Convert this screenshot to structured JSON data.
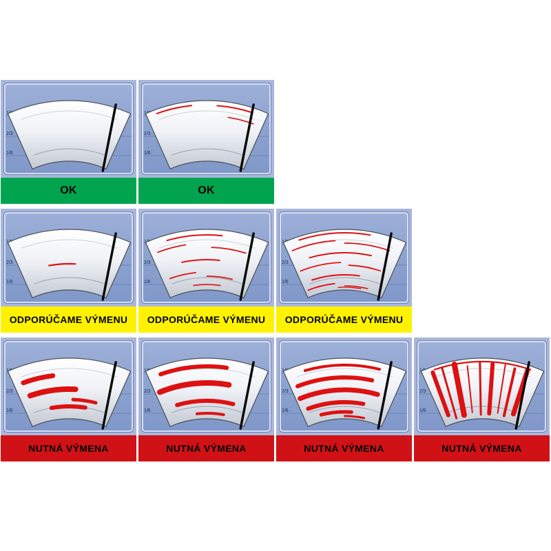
{
  "colors": {
    "page_bg": "#FFFFFF",
    "cell_bg": "#A9B6DC",
    "panel_top": "#9DB0D8",
    "panel_bottom": "#8098C9",
    "grid_line": "#6D86B8",
    "streak": "#DD1111",
    "blade": "#0A0A0A",
    "ok": "#00A44F",
    "recommend": "#FFF200",
    "replace": "#D01217"
  },
  "scale_labels": {
    "top": "1/6",
    "middle": "2/3",
    "bottom": "1/6"
  },
  "statuses": {
    "ok": {
      "label": "OK",
      "color": "#00A44F"
    },
    "recommend": {
      "label": "ODPORÚČAME VÝMENU",
      "color": "#FFF200"
    },
    "replace": {
      "label": "NUTNÁ VÝMENA",
      "color": "#D01217"
    }
  },
  "cells": [
    {
      "condition": "ok-clean",
      "streaks": [],
      "rays": []
    },
    {
      "condition": "ok-light-marks",
      "streaks": [
        [
          214,
          -20,
          -6,
          2
        ],
        [
          213,
          4,
          18,
          2
        ],
        [
          198,
          9,
          20,
          1.6
        ]
      ],
      "rays": []
    },
    {
      "condition": "recommend-one-streak",
      "streaks": [
        [
          170,
          -10,
          3,
          2.2
        ]
      ],
      "rays": []
    },
    {
      "condition": "recommend-several-streaks",
      "streaks": [
        [
          212,
          -16,
          6,
          2
        ],
        [
          200,
          -21,
          -9,
          1.8
        ],
        [
          194,
          2,
          17,
          1.8
        ],
        [
          176,
          -12,
          6,
          2
        ],
        [
          158,
          -20,
          -6,
          1.8
        ],
        [
          152,
          0,
          14,
          1.8
        ],
        [
          140,
          -8,
          8,
          1.6
        ]
      ],
      "rays": []
    },
    {
      "condition": "recommend-many-streaks",
      "streaks": [
        [
          215,
          -18,
          10,
          2
        ],
        [
          204,
          -22,
          -4,
          1.8
        ],
        [
          200,
          0,
          19,
          1.8
        ],
        [
          186,
          -16,
          12,
          2
        ],
        [
          172,
          -22,
          -2,
          1.8
        ],
        [
          168,
          2,
          18,
          1.8
        ],
        [
          154,
          -18,
          8,
          2
        ],
        [
          142,
          -22,
          -6,
          1.8
        ],
        [
          138,
          0,
          14,
          1.6
        ],
        [
          136,
          -4,
          10,
          1.4
        ]
      ],
      "rays": []
    },
    {
      "condition": "replace-thick-smears",
      "streaks": [
        [
          196,
          -20,
          -7,
          7
        ],
        [
          175,
          -19,
          3,
          8
        ],
        [
          160,
          2,
          14,
          5
        ],
        [
          150,
          -10,
          9,
          6
        ]
      ],
      "rays": []
    },
    {
      "condition": "replace-heavy-smears",
      "streaks": [
        [
          208,
          -19,
          8,
          6
        ],
        [
          184,
          -22,
          10,
          8
        ],
        [
          158,
          -16,
          14,
          6
        ],
        [
          140,
          -6,
          10,
          4
        ]
      ],
      "rays": []
    },
    {
      "condition": "replace-dense-smears",
      "streaks": [
        [
          210,
          -16,
          14,
          4
        ],
        [
          192,
          -21,
          12,
          6
        ],
        [
          174,
          -22,
          16,
          7
        ],
        [
          156,
          -20,
          10,
          6
        ],
        [
          142,
          -14,
          4,
          5
        ],
        [
          136,
          0,
          12,
          3
        ]
      ],
      "rays": []
    },
    {
      "condition": "replace-vertical-smears",
      "streaks": [
        [
          215,
          -19,
          19,
          2.2
        ]
      ],
      "rays": [
        [
          -20,
          146,
          212,
          6
        ],
        [
          -16,
          138,
          214,
          3
        ],
        [
          -11,
          140,
          215,
          8
        ],
        [
          -6,
          142,
          210,
          2
        ],
        [
          -1,
          138,
          214,
          3
        ],
        [
          4,
          140,
          212,
          6
        ],
        [
          9,
          142,
          214,
          2
        ],
        [
          13,
          140,
          210,
          4
        ],
        [
          18,
          146,
          213,
          7
        ]
      ]
    }
  ]
}
